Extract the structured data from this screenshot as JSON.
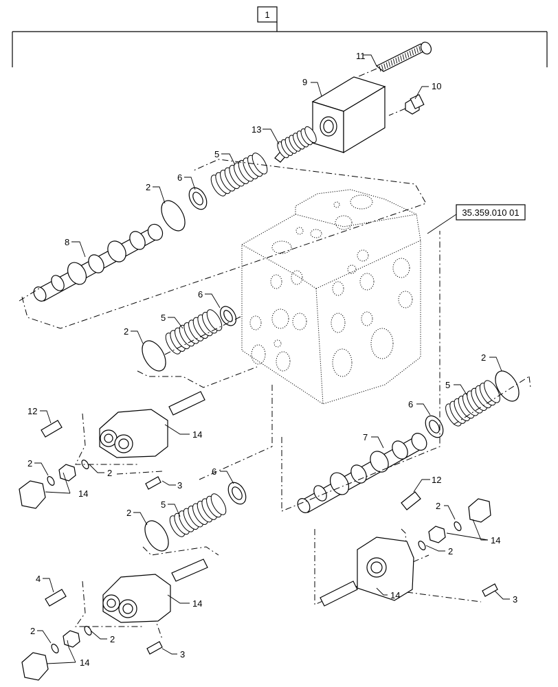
{
  "assembly": {
    "top_ref": "1",
    "drawing_ref": "35.359.010 01"
  },
  "callouts": [
    {
      "id": "c11",
      "text": "11"
    },
    {
      "id": "c9",
      "text": "9"
    },
    {
      "id": "c10",
      "text": "10"
    },
    {
      "id": "c13",
      "text": "13"
    },
    {
      "id": "c5a",
      "text": "5"
    },
    {
      "id": "c6a",
      "text": "6"
    },
    {
      "id": "c2a",
      "text": "2"
    },
    {
      "id": "c8",
      "text": "8"
    },
    {
      "id": "c6b",
      "text": "6"
    },
    {
      "id": "c5b",
      "text": "5"
    },
    {
      "id": "c2b",
      "text": "2"
    },
    {
      "id": "c12a",
      "text": "12"
    },
    {
      "id": "c14a",
      "text": "14"
    },
    {
      "id": "c2c",
      "text": "2"
    },
    {
      "id": "c2d",
      "text": "2"
    },
    {
      "id": "c14b",
      "text": "14"
    },
    {
      "id": "c3a",
      "text": "3"
    },
    {
      "id": "c6c",
      "text": "6"
    },
    {
      "id": "c2e",
      "text": "2"
    },
    {
      "id": "c5c",
      "text": "5"
    },
    {
      "id": "c4",
      "text": "4"
    },
    {
      "id": "c14c",
      "text": "14"
    },
    {
      "id": "c2f",
      "text": "2"
    },
    {
      "id": "c2g",
      "text": "2"
    },
    {
      "id": "c14d",
      "text": "14"
    },
    {
      "id": "c3b",
      "text": "3"
    },
    {
      "id": "c2h",
      "text": "2"
    },
    {
      "id": "c5d",
      "text": "5"
    },
    {
      "id": "c6d",
      "text": "6"
    },
    {
      "id": "c7",
      "text": "7"
    },
    {
      "id": "c12b",
      "text": "12"
    },
    {
      "id": "c2i",
      "text": "2"
    },
    {
      "id": "c14e",
      "text": "14"
    },
    {
      "id": "c2j",
      "text": "2"
    },
    {
      "id": "c14f",
      "text": "14"
    },
    {
      "id": "c3c",
      "text": "3"
    }
  ]
}
